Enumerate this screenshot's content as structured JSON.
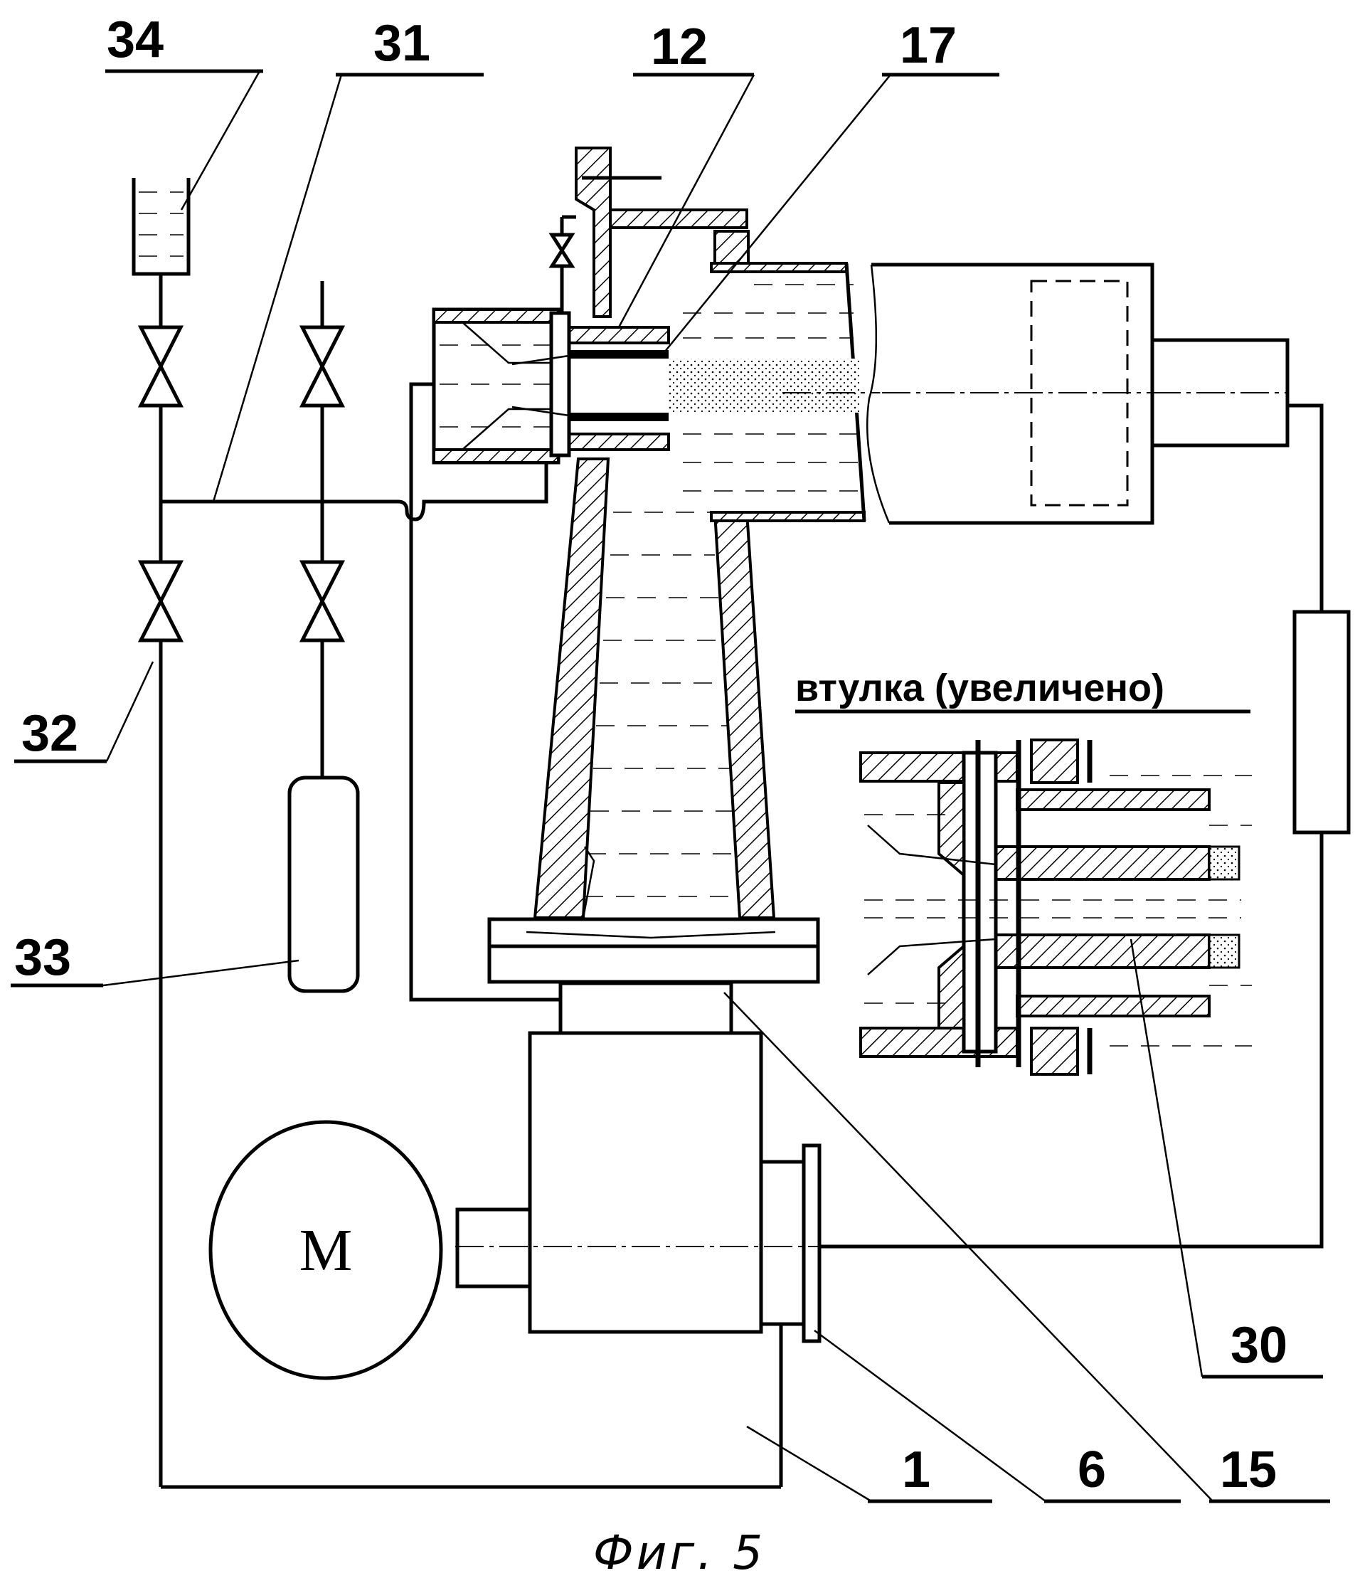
{
  "figure": {
    "caption": "Фиг. 5",
    "inset_caption": "втулка (увеличено)",
    "motor_label": "М"
  },
  "callouts": [
    {
      "id": "34",
      "text": "34"
    },
    {
      "id": "31",
      "text": "31"
    },
    {
      "id": "12",
      "text": "12"
    },
    {
      "id": "17",
      "text": "17"
    },
    {
      "id": "32",
      "text": "32"
    },
    {
      "id": "33",
      "text": "33"
    },
    {
      "id": "30",
      "text": "30"
    },
    {
      "id": "1",
      "text": "1"
    },
    {
      "id": "6",
      "text": "6"
    },
    {
      "id": "15",
      "text": "15"
    }
  ]
}
